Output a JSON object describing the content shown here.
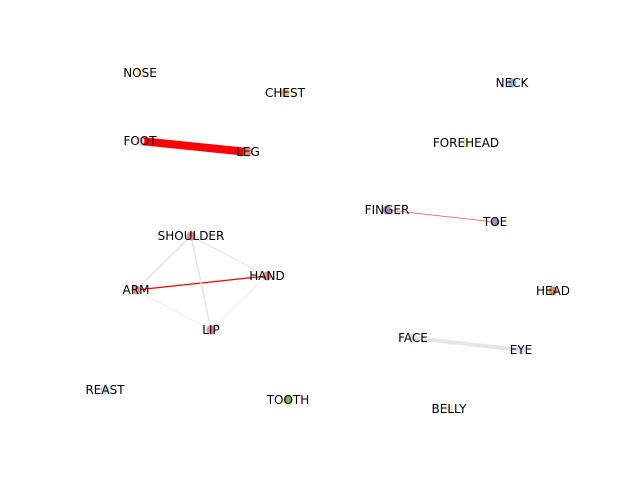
{
  "graph": {
    "nodes": [
      {
        "id": "NOSE",
        "label": "NOSE",
        "color": "#f5f0c0"
      },
      {
        "id": "CHEST",
        "label": "CHEST",
        "color": "#f2b27a"
      },
      {
        "id": "NECK",
        "label": "NECK",
        "color": "#8fb4dc"
      },
      {
        "id": "FOOT",
        "label": "FOOT",
        "color": "#f0d6e0"
      },
      {
        "id": "LEG",
        "label": "LEG",
        "color": "#e98a8a"
      },
      {
        "id": "FOREHEAD",
        "label": "FOREHEAD",
        "color": "#f5f0c0"
      },
      {
        "id": "FINGER",
        "label": "FINGER",
        "color": "#a98cc0"
      },
      {
        "id": "TOE",
        "label": "TOE",
        "color": "#a98cc0"
      },
      {
        "id": "SHOULDER",
        "label": "SHOULDER",
        "color": "#e98a8a"
      },
      {
        "id": "HAND",
        "label": "HAND",
        "color": "#e98a8a"
      },
      {
        "id": "ARM",
        "label": "ARM",
        "color": "#e98a8a"
      },
      {
        "id": "HEAD",
        "label": "HEAD",
        "color": "#c7906e"
      },
      {
        "id": "LIP",
        "label": "LIP",
        "color": "#e98a8a"
      },
      {
        "id": "FACE",
        "label": "FACE",
        "color": "#e0dcef"
      },
      {
        "id": "EYE",
        "label": "EYE",
        "color": "#e0dcef"
      },
      {
        "id": "BREAST",
        "label": "REAST",
        "color": "#c8d8ee"
      },
      {
        "id": "TOOTH",
        "label": "TOOTH",
        "color": "#78b85a"
      },
      {
        "id": "BELLY",
        "label": "BELLY",
        "color": "#f5e6c8"
      }
    ],
    "edges": [
      {
        "source": "FOOT",
        "target": "LEG",
        "weight": 8,
        "color": "#ff0000"
      },
      {
        "source": "FINGER",
        "target": "TOE",
        "weight": 0.6,
        "color": "#ff0000"
      },
      {
        "source": "ARM",
        "target": "HAND",
        "weight": 1.2,
        "color": "#ff0000"
      },
      {
        "source": "SHOULDER",
        "target": "ARM",
        "weight": 1.5,
        "color": "#e3e3e3"
      },
      {
        "source": "SHOULDER",
        "target": "HAND",
        "weight": 1.0,
        "color": "#e3e3e3"
      },
      {
        "source": "SHOULDER",
        "target": "LIP",
        "weight": 1.5,
        "color": "#e3e3e3"
      },
      {
        "source": "ARM",
        "target": "LIP",
        "weight": 0.6,
        "color": "#e3e3e3"
      },
      {
        "source": "HAND",
        "target": "LIP",
        "weight": 0.6,
        "color": "#e3e3e3"
      },
      {
        "source": "FACE",
        "target": "EYE",
        "weight": 4,
        "color": "#e6e6e6"
      }
    ]
  }
}
